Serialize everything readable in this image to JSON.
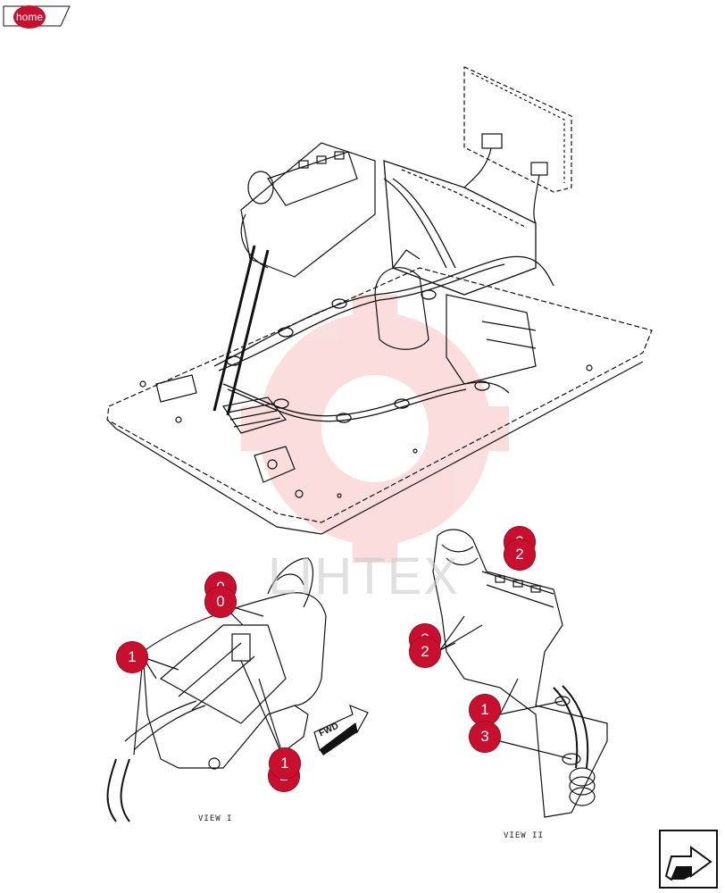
{
  "nav": {
    "home_label": "home"
  },
  "watermark": {
    "text": "LIHTEX",
    "color": "#f4b8b8"
  },
  "diagram": {
    "fwd_label": "FWD",
    "view_i_label": "VIEW I",
    "view_ii_label": "VIEW II"
  },
  "callouts": {
    "view_i": {
      "top_label_a": "0",
      "top_label_b": "0",
      "left_label": "1",
      "bottom_label_a": "1",
      "bottom_label_b": "2"
    },
    "view_ii": {
      "top_label_a": "2",
      "top_label_b": "2",
      "mid_label_a": "2",
      "mid_label_b": "2",
      "lower_label_a": "1",
      "lower_label_b": "3"
    }
  },
  "colors": {
    "callout": "#c8102e",
    "line": "#111111"
  },
  "icons": {
    "home": "home-tab-icon",
    "next": "next-page-arrow-icon"
  }
}
